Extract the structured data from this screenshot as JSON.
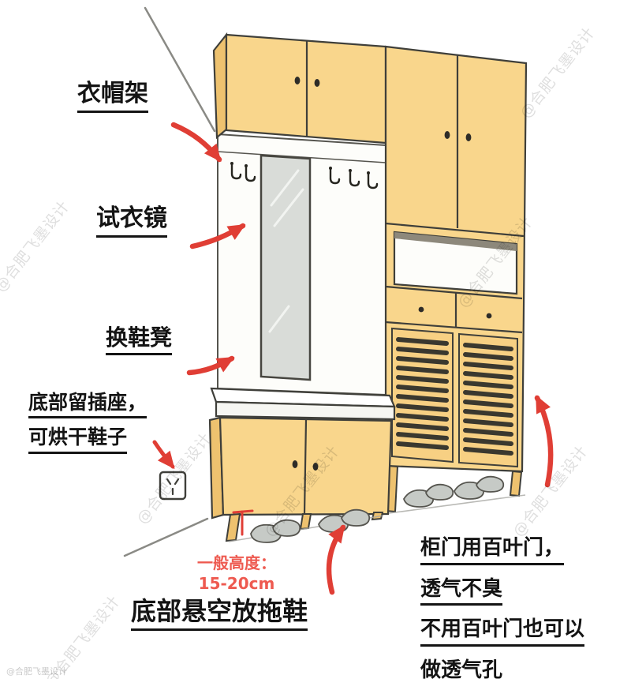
{
  "illustration": {
    "watermark": "@合肥飞墨设计",
    "colors": {
      "cabinet_fill": "#f9d68c",
      "cabinet_side": "#eec26f",
      "outline": "#3f3f3a",
      "arrow_red": "#e03e35",
      "mirror": "#d9dcd8",
      "height_note_text": "#ee5a50"
    }
  },
  "labels": {
    "coat_rack": "衣帽架",
    "fitting_mirror": "试衣镜",
    "shoe_change_bench": "换鞋凳",
    "socket_note_line1": "底部留插座，",
    "socket_note_line2": "可烘干鞋子",
    "height_note_line1": "一般高度：",
    "height_note_line2": "15-20cm",
    "bottom_slippers": "底部悬空放拖鞋",
    "louver_note_line1": "柜门用百叶门，",
    "louver_note_line2": "透气不臭",
    "louver_note_line3": "不用百叶门也可以",
    "louver_note_line4": "做透气孔"
  }
}
